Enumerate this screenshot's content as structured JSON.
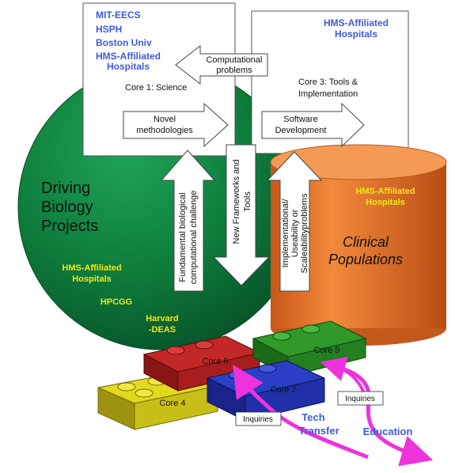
{
  "core1": {
    "institutions": [
      "MIT-EECS",
      "HSPH",
      "Boston Univ",
      "HMS-Affiliated",
      "Hospitals"
    ],
    "label": "Core 1: Science"
  },
  "core3": {
    "institutions": [
      "HMS-Affiliated",
      "Hospitals"
    ],
    "label": [
      "Core 3: Tools &",
      "Implementation"
    ]
  },
  "arrows": {
    "computational_problems": [
      "Computational",
      "problems"
    ],
    "novel_methodologies": [
      "Novel",
      "methodologies"
    ],
    "software_development": [
      "Software",
      "Development"
    ],
    "new_frameworks": [
      "New Frameworks and",
      "Tools"
    ],
    "fundamental_challenge": [
      "Fundamental biological",
      "computational challenge"
    ],
    "implementational_problems": [
      "Implementational/",
      "Useability or",
      "Scaleabilityproblems"
    ]
  },
  "dbp": {
    "title": [
      "Driving",
      "Biology",
      "Projects"
    ],
    "members": [
      "HMS-Affiliated",
      "Hospitals",
      "HPCGG",
      "Harvard",
      "-DEAS"
    ]
  },
  "clinical": {
    "affiliation": [
      "HMS-Affiliated",
      "Hospitals"
    ],
    "title": [
      "Clinical",
      "Populations"
    ]
  },
  "blocks": {
    "core4": "Core 4",
    "core5": "Core 5",
    "core6": "Core 6",
    "core7": "Core 7"
  },
  "flows": {
    "inquiries_left": "Inquiries",
    "inquiries_right": "Inquiries",
    "tech_transfer": [
      "Tech",
      "Transfer"
    ],
    "education": "Education"
  },
  "colors": {
    "sphere": "#0f7a3c",
    "cylinder": "#e8782a",
    "institution_blue": "#3d5bd6",
    "yellow_text": "#f3e61a",
    "magenta": "#ee33dd"
  }
}
